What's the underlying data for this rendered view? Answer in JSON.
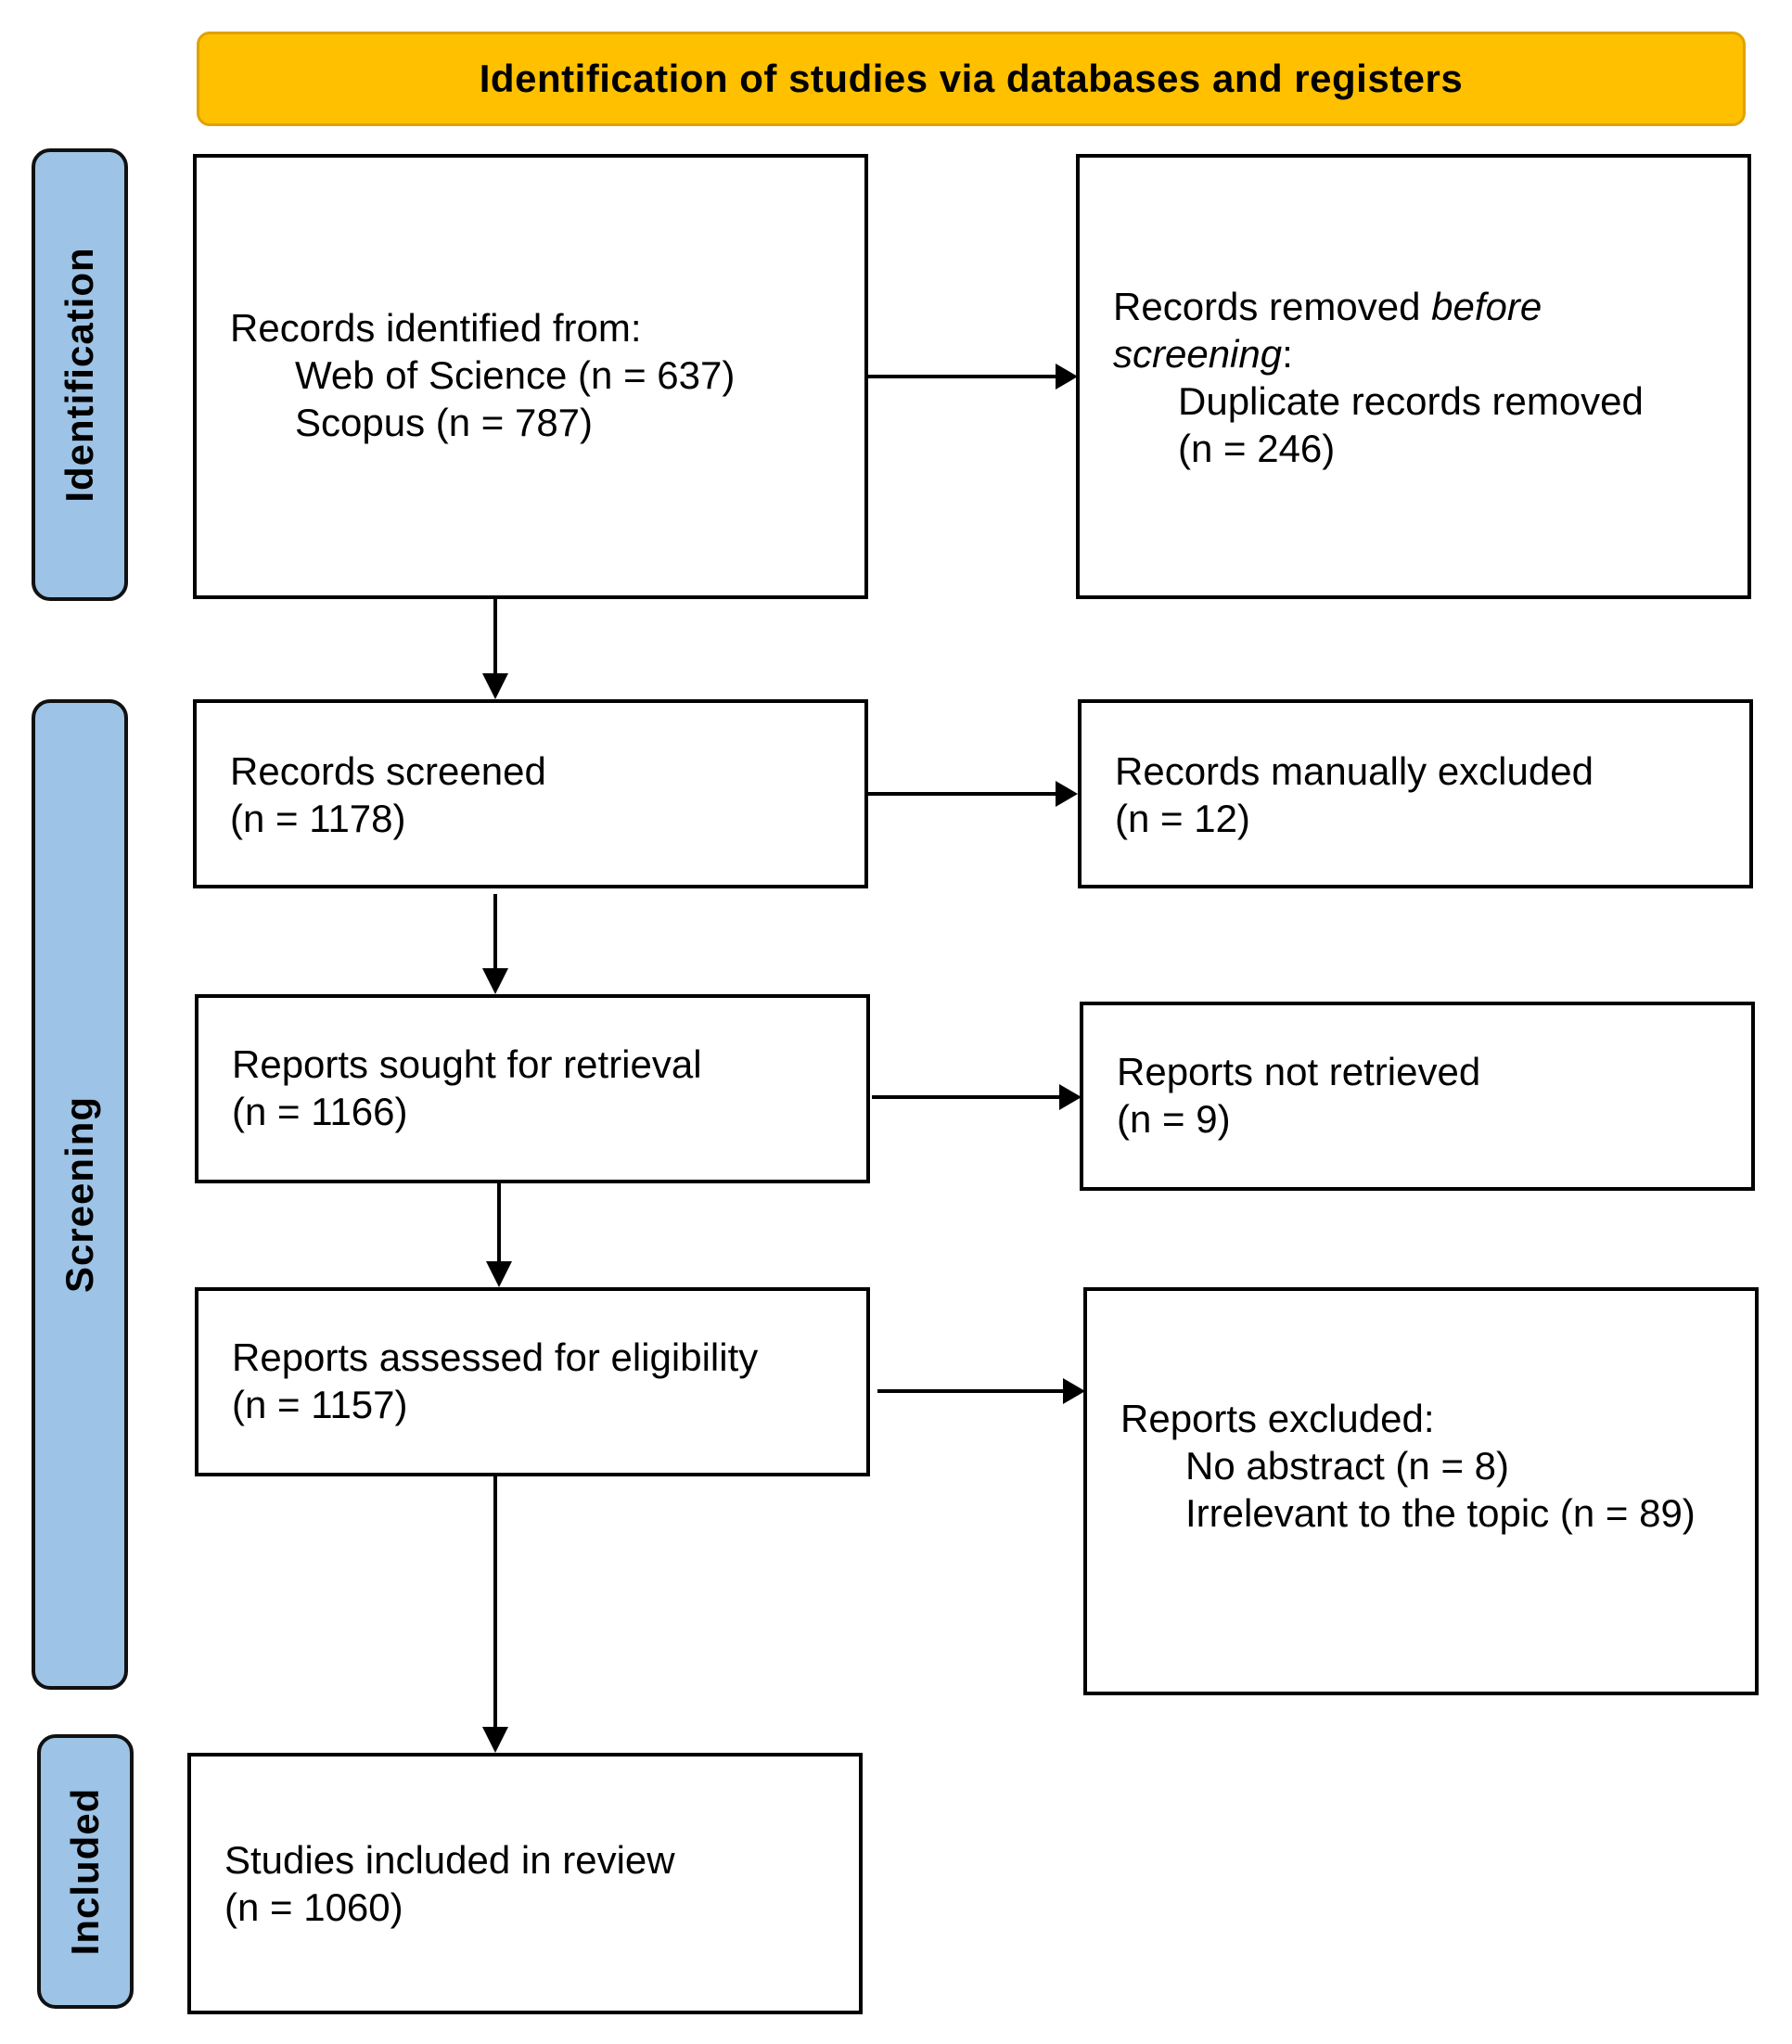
{
  "header": {
    "title": "Identification of studies via databases and registers"
  },
  "phases": {
    "identification": "Identification",
    "screening": "Screening",
    "included": "Included"
  },
  "boxes": {
    "records_identified": {
      "line1": "Records identified from:",
      "line2": "Web of Science (n = 637)",
      "line3": "Scopus (n = 787)"
    },
    "records_removed": {
      "line1_pre": "Records removed ",
      "line1_em": "before",
      "line2_em": "screening",
      "line2_post": ":",
      "line3": "Duplicate records removed",
      "line4": "(n = 246)"
    },
    "records_screened": {
      "line1": "Records screened",
      "line2": "(n = 1178)"
    },
    "records_excluded": {
      "line1": "Records manually excluded",
      "line2": "(n = 12)"
    },
    "reports_sought": {
      "line1": "Reports sought for retrieval",
      "line2": "(n = 1166)"
    },
    "reports_not_retrieved": {
      "line1": "Reports not retrieved",
      "line2": "(n = 9)"
    },
    "reports_assessed": {
      "line1": "Reports assessed for eligibility",
      "line2": "(n = 1157)"
    },
    "reports_excluded": {
      "line1": "Reports excluded:",
      "line2": "No abstract (n = 8)",
      "line3": "Irrelevant to the topic (n = 89)"
    },
    "studies_included": {
      "line1": "Studies included in review",
      "line2": "(n = 1060)"
    }
  }
}
